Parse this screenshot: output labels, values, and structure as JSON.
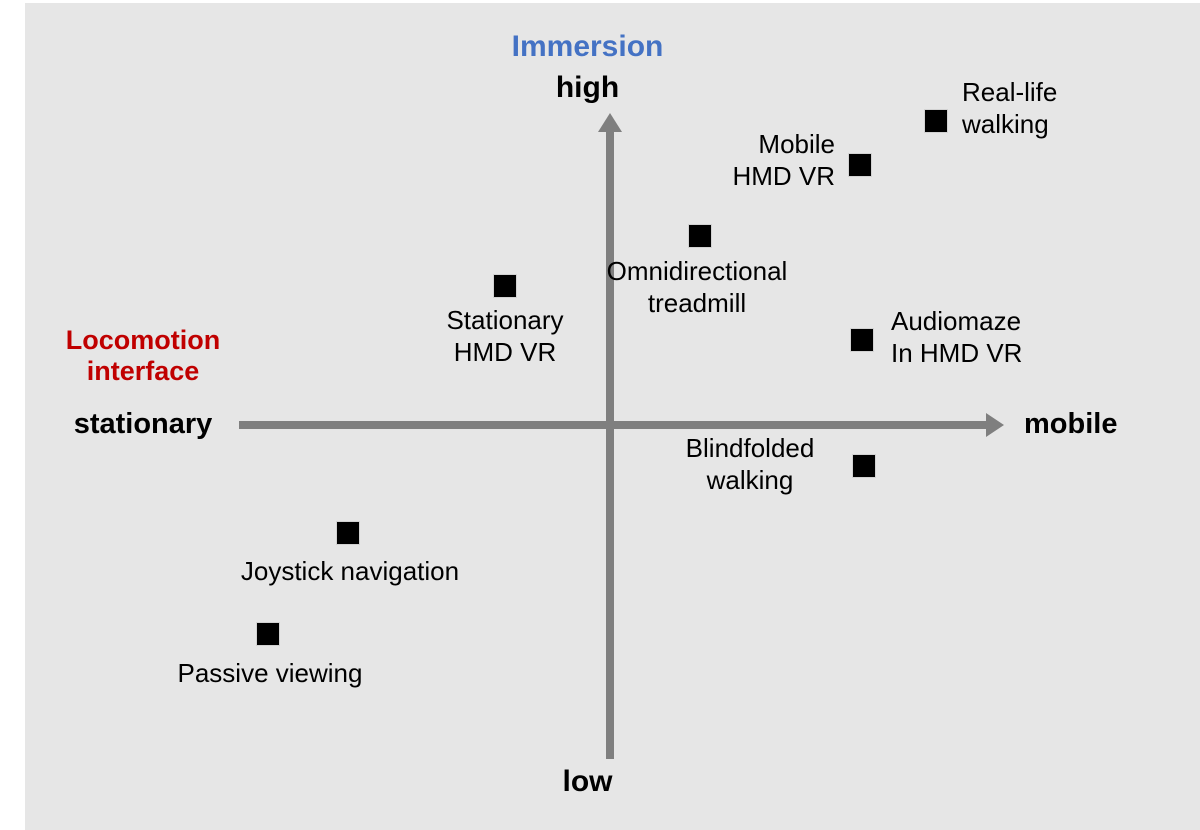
{
  "figure": {
    "background_color": "#e6e6e6",
    "axis_color": "#7f7f7f",
    "marker_color": "#000000"
  },
  "chart_data": {
    "type": "scatter",
    "title": "",
    "xlabel": "Locomotion interface",
    "ylabel": "Immersion",
    "xlabel_color": "#c00000",
    "ylabel_color": "#4472c4",
    "x_tick_labels": [
      "stationary",
      "mobile"
    ],
    "y_tick_labels": [
      "low",
      "high"
    ],
    "xlim": [
      0,
      100
    ],
    "ylim": [
      0,
      100
    ],
    "grid": false,
    "legend": "none",
    "axes_style": "centered-quadrant-arrows",
    "points": [
      {
        "label": "Passive viewing",
        "x": 12,
        "y": 19,
        "label_pos": "below-left"
      },
      {
        "label": "Joystick navigation",
        "x": 23,
        "y": 33,
        "label_pos": "below"
      },
      {
        "label": "Stationary\nHMD VR",
        "x": 44,
        "y": 65,
        "label_pos": "below"
      },
      {
        "label": "Omnidirectional\ntreadmill",
        "x": 70,
        "y": 72,
        "label_pos": "below-left"
      },
      {
        "label": "Mobile\nHMD VR",
        "x": 85,
        "y": 81,
        "label_pos": "left"
      },
      {
        "label": "Real-life\nwalking",
        "x": 94,
        "y": 87,
        "label_pos": "right"
      },
      {
        "label": "Audiomaze\nIn HMD VR",
        "x": 85,
        "y": 57,
        "label_pos": "right"
      },
      {
        "label": "Blindfolded\nwalking",
        "x": 86,
        "y": 41,
        "label_pos": "left"
      }
    ]
  },
  "labels": {
    "immersion": "Immersion",
    "high": "high",
    "low": "low",
    "locomotion_interface": "Locomotion\ninterface",
    "stationary": "stationary",
    "mobile": "mobile",
    "real_life_walking": "Real-life\nwalking",
    "mobile_hmd_vr": "Mobile\nHMD VR",
    "omnidirectional_treadmill": "Omnidirectional\ntreadmill",
    "stationary_hmd_vr": "Stationary\nHMD VR",
    "audiomaze_in_hmd_vr": "Audiomaze\nIn HMD VR",
    "blindfolded_walking": "Blindfolded\nwalking",
    "joystick_navigation": "Joystick navigation",
    "passive_viewing": "Passive viewing"
  }
}
